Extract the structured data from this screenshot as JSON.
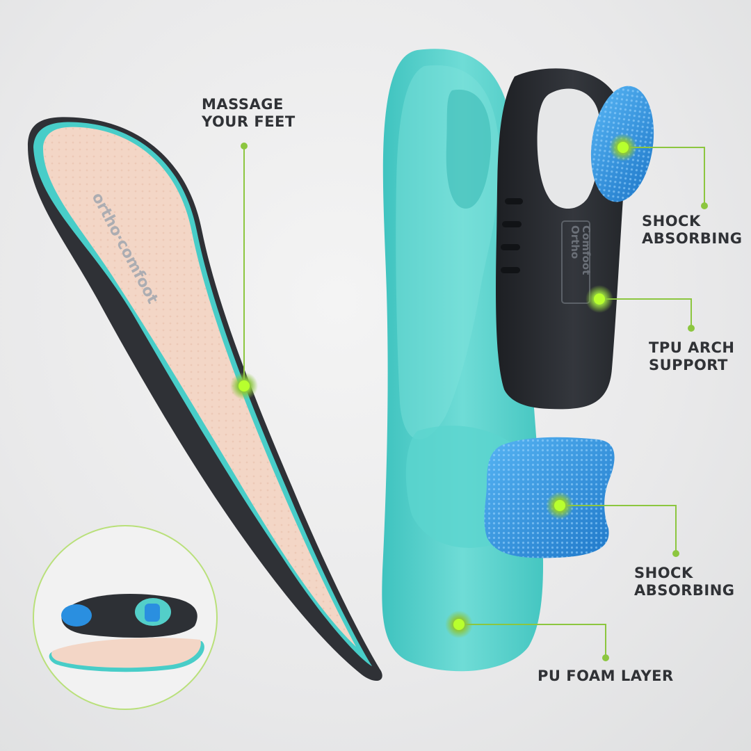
{
  "callouts": {
    "massage": {
      "line1": "MASSAGE",
      "line2": "YOUR FEET"
    },
    "shock_top": {
      "line1": "SHOCK",
      "line2": "ABSORBING"
    },
    "tpu_arch": {
      "line1": "TPU ARCH",
      "line2": "SUPPORT"
    },
    "shock_bottom": {
      "line1": "SHOCK",
      "line2": "ABSORBING"
    },
    "pu_foam": {
      "line1": "PU FOAM LAYER"
    }
  },
  "brand": {
    "line1": "Ortho",
    "line2": "Comfoot"
  },
  "colors": {
    "callout_accent": "#8cc63f",
    "insole_top": "#f3d6c6",
    "foam_base": "#4fd0cb",
    "arch_shell": "#2b2e33",
    "gel_pad": "#2a8fe0",
    "label_text": "#303236"
  }
}
